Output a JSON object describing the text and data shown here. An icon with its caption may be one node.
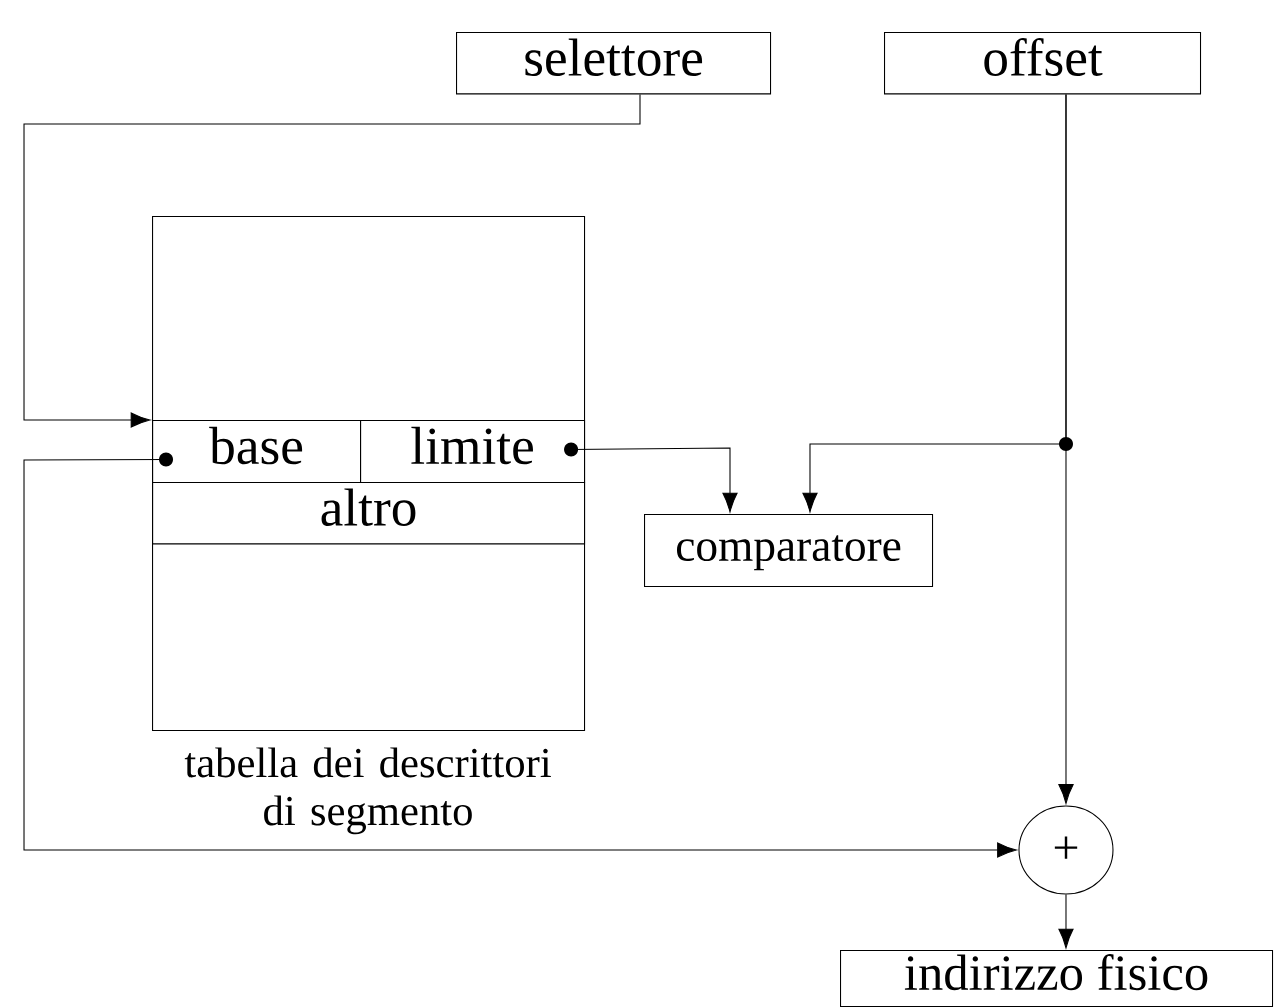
{
  "diagram": {
    "nodes": [
      {
        "text": [
          "selettore"
        ]
      },
      {
        "text": [
          "offset"
        ]
      },
      {
        "text": [
          "tabella dei descrittori di segmento"
        ]
      },
      {
        "text": [
          "base"
        ],
        "in": 2
      },
      {
        "text": [
          "limite"
        ],
        "in": 2
      },
      {
        "text": [
          "altro"
        ],
        "in": 2
      },
      {
        "text": [
          "comparatore"
        ]
      },
      {
        "text": [
          "+"
        ]
      },
      {
        "text": [
          "indirizzo fisico"
        ]
      }
    ],
    "edges": [
      {
        "from": 0,
        "to": 2,
        "arrow": "to"
      },
      {
        "from": 1,
        "to": 6,
        "arrow": "to"
      },
      {
        "from": 1,
        "to": 7,
        "arrow": "to"
      },
      {
        "from": 4,
        "to": 6,
        "arrow": "to"
      },
      {
        "from": 3,
        "to": 7,
        "arrow": "to"
      },
      {
        "from": 7,
        "to": 8,
        "arrow": "to"
      }
    ]
  }
}
